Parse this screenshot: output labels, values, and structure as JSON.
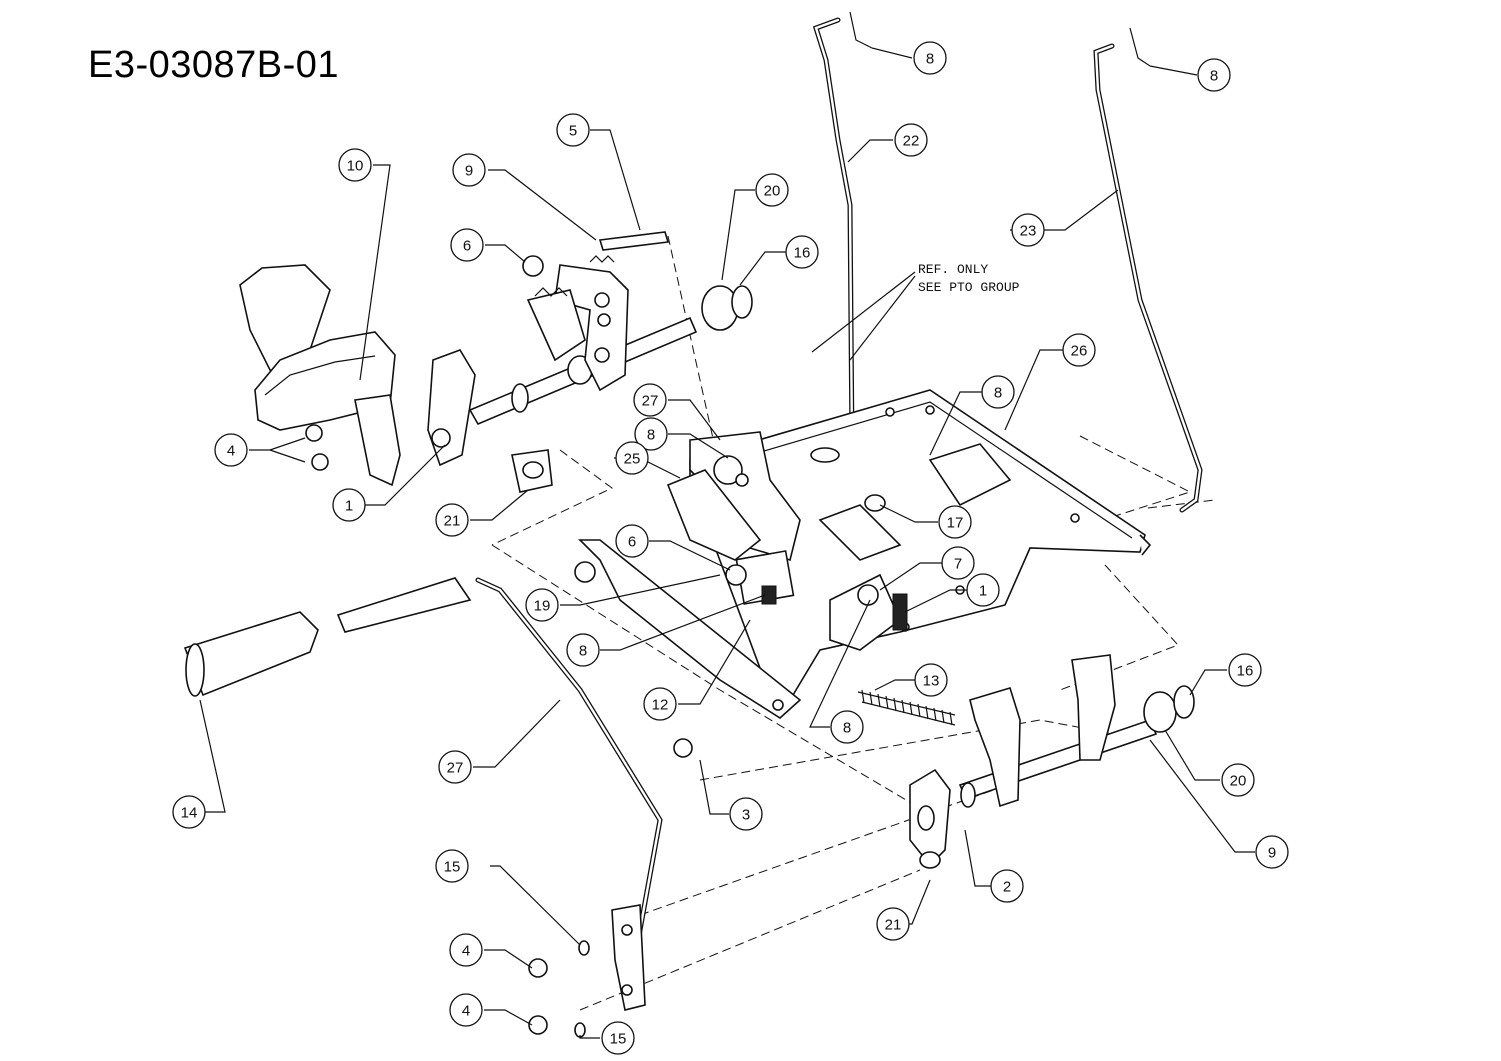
{
  "title": "E3-03087B-01",
  "note": {
    "line1": "REF. ONLY",
    "line2": "SEE PTO GROUP"
  },
  "callouts": [
    {
      "label": "8"
    },
    {
      "label": "8"
    },
    {
      "label": "22"
    },
    {
      "label": "5"
    },
    {
      "label": "9"
    },
    {
      "label": "10"
    },
    {
      "label": "20"
    },
    {
      "label": "16"
    },
    {
      "label": "6"
    },
    {
      "label": "23"
    },
    {
      "label": "26"
    },
    {
      "label": "8"
    },
    {
      "label": "27"
    },
    {
      "label": "8"
    },
    {
      "label": "25"
    },
    {
      "label": "4"
    },
    {
      "label": "1"
    },
    {
      "label": "21"
    },
    {
      "label": "17"
    },
    {
      "label": "6"
    },
    {
      "label": "7"
    },
    {
      "label": "1"
    },
    {
      "label": "19"
    },
    {
      "label": "8"
    },
    {
      "label": "13"
    },
    {
      "label": "16"
    },
    {
      "label": "12"
    },
    {
      "label": "8"
    },
    {
      "label": "20"
    },
    {
      "label": "27"
    },
    {
      "label": "14"
    },
    {
      "label": "3"
    },
    {
      "label": "9"
    },
    {
      "label": "2"
    },
    {
      "label": "15"
    },
    {
      "label": "21"
    },
    {
      "label": "4"
    },
    {
      "label": "4"
    },
    {
      "label": "15"
    }
  ]
}
